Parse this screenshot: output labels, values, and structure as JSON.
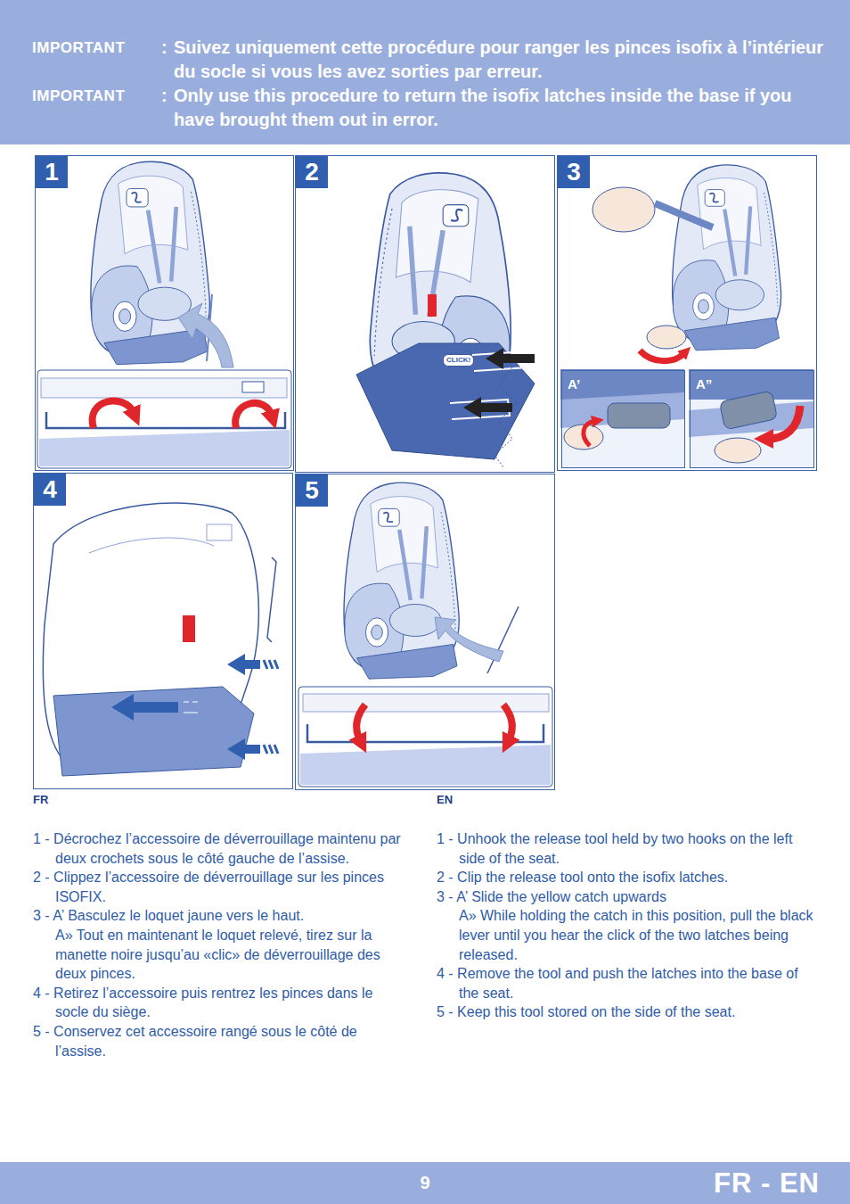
{
  "diagram": {
    "nodes": [
      {
        "text": [
          "IMPORTANT",
          ":",
          "Suivez uniquement cette procédure pour ranger les pinces isofix à l’intérieur du socle si vous les avez sorties par erreur.",
          "IMPORTANT",
          ":",
          "Only use this procedure to return the isofix latches inside the base if you have brought them out in error."
        ]
      },
      {
        "text": [
          "1"
        ]
      },
      {
        "text": [
          "2"
        ]
      },
      {
        "text": [
          "3"
        ]
      },
      {
        "text": [
          "A’"
        ],
        "in": 3
      },
      {
        "text": [
          "A”"
        ],
        "in": 3
      },
      {
        "text": [
          "4"
        ]
      },
      {
        "text": [
          "5"
        ]
      },
      {
        "text": [
          "9",
          "FR - EN"
        ]
      }
    ],
    "labels": [
      "CLICK!",
      "FR",
      "1 - Décrochez l’accessoire de déverrouillage maintenu par deux crochets sous le côté gauche de l’assise.",
      "2 - Clippez l’accessoire de déverrouillage sur les pinces ISOFIX.",
      "3 - A’ Basculez le loquet jaune vers le haut.",
      "A» Tout en maintenant le loquet relevé, tirez sur la manette noire jusqu’au «clic» de déverrouillage des deux pinces.",
      "4 - Retirez l’accessoire puis rentrez les pinces dans le socle du siège.",
      "5 - Conservez cet accessoire rangé sous le côté de l’assise.",
      "EN",
      "1 - Unhook the release tool held by two hooks on the left side of the seat.",
      "2 - Clip the release tool onto the isofix latches.",
      "3 - A’ Slide the yellow catch upwards",
      "A» While holding the catch in this position, pull the black lever until you hear the click of the two latches being released.",
      "4 - Remove the tool and push the latches into the base of the seat.",
      "5 - Keep this tool stored on the side of the seat."
    ]
  }
}
